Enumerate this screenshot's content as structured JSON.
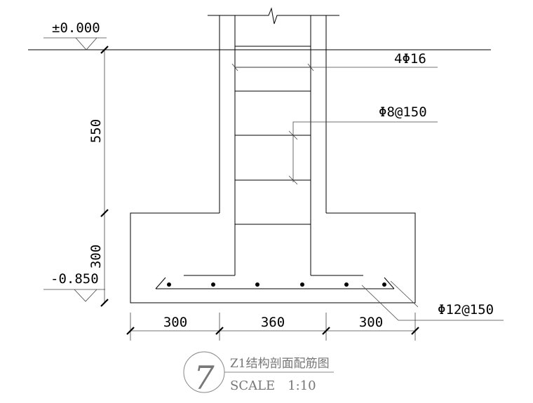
{
  "levels": {
    "top": "±0.000",
    "bottom": "-0.850"
  },
  "dimensions": {
    "vertical": [
      "550",
      "300"
    ],
    "horizontal": [
      "300",
      "360",
      "300"
    ]
  },
  "rebar_callouts": {
    "longitudinal": "4Φ16",
    "stirrup": "Φ8@150",
    "bottom_mesh": "Φ12@150"
  },
  "title_block": {
    "number": "7",
    "title": "Z1结构剖面配筋图",
    "scale": "SCALE　1:10"
  }
}
